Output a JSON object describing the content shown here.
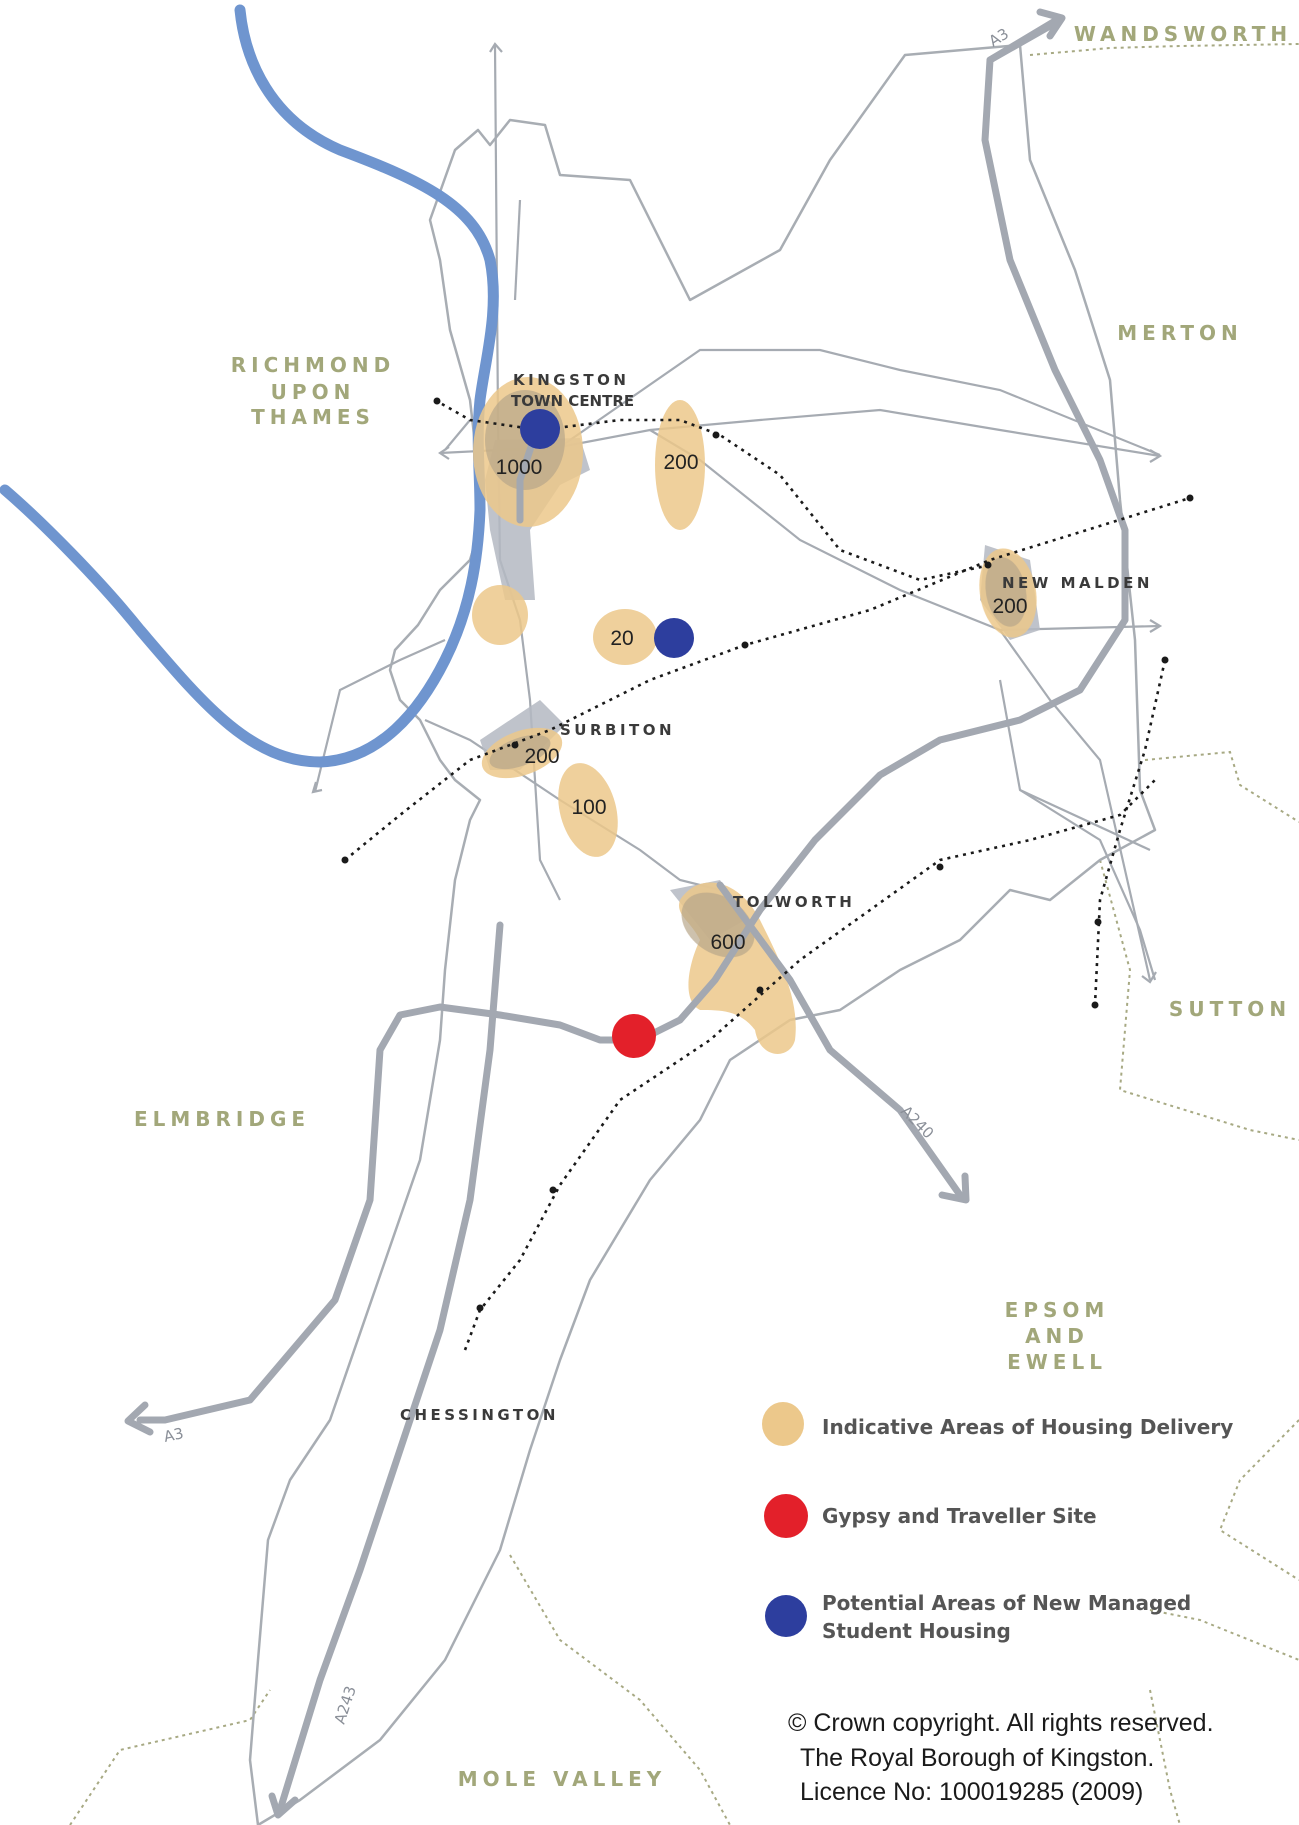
{
  "neighbour_areas": {
    "wandsworth": "WANDSWORTH",
    "merton": "MERTON",
    "richmond": [
      "RICHMOND",
      "UPON",
      "THAMES"
    ],
    "sutton": "SUTTON",
    "elmbridge": "ELMBRIDGE",
    "epsom": [
      "EPSOM",
      "AND",
      "EWELL"
    ],
    "mole_valley": "MOLE VALLEY"
  },
  "places": {
    "kingston": "KINGSTON",
    "kingston_sub": "TOWN CENTRE",
    "new_malden": "NEW MALDEN",
    "surbiton": "SURBITON",
    "tolworth": "TOLWORTH",
    "chessington": "CHESSINGTON"
  },
  "housing_numbers": {
    "kingston": "1000",
    "north": "200",
    "new_malden": "200",
    "central": "20",
    "surbiton": "200",
    "south_surbiton": "100",
    "tolworth": "600"
  },
  "roads": {
    "a3_north": "A3",
    "a3_south": "A3",
    "a240": "A240",
    "a243": "A243"
  },
  "legend": {
    "housing": "Indicative Areas of Housing Delivery",
    "gypsy": "Gypsy and Traveller Site",
    "student_line1": "Potential Areas of New Managed",
    "student_line2": "Student Housing"
  },
  "copyright": {
    "line1": "© Crown copyright. All rights reserved.",
    "line2": "The Royal Borough of Kingston.",
    "line3": "Licence No: 100019285 (2009)"
  },
  "colors": {
    "river": "#6f95cf",
    "housing": "#ecc88b",
    "gypsy": "#e3202a",
    "student": "#2d3e9e",
    "road": "#a3a8b1",
    "boundary": "#a8adb3",
    "area_label": "#a2a77a"
  }
}
